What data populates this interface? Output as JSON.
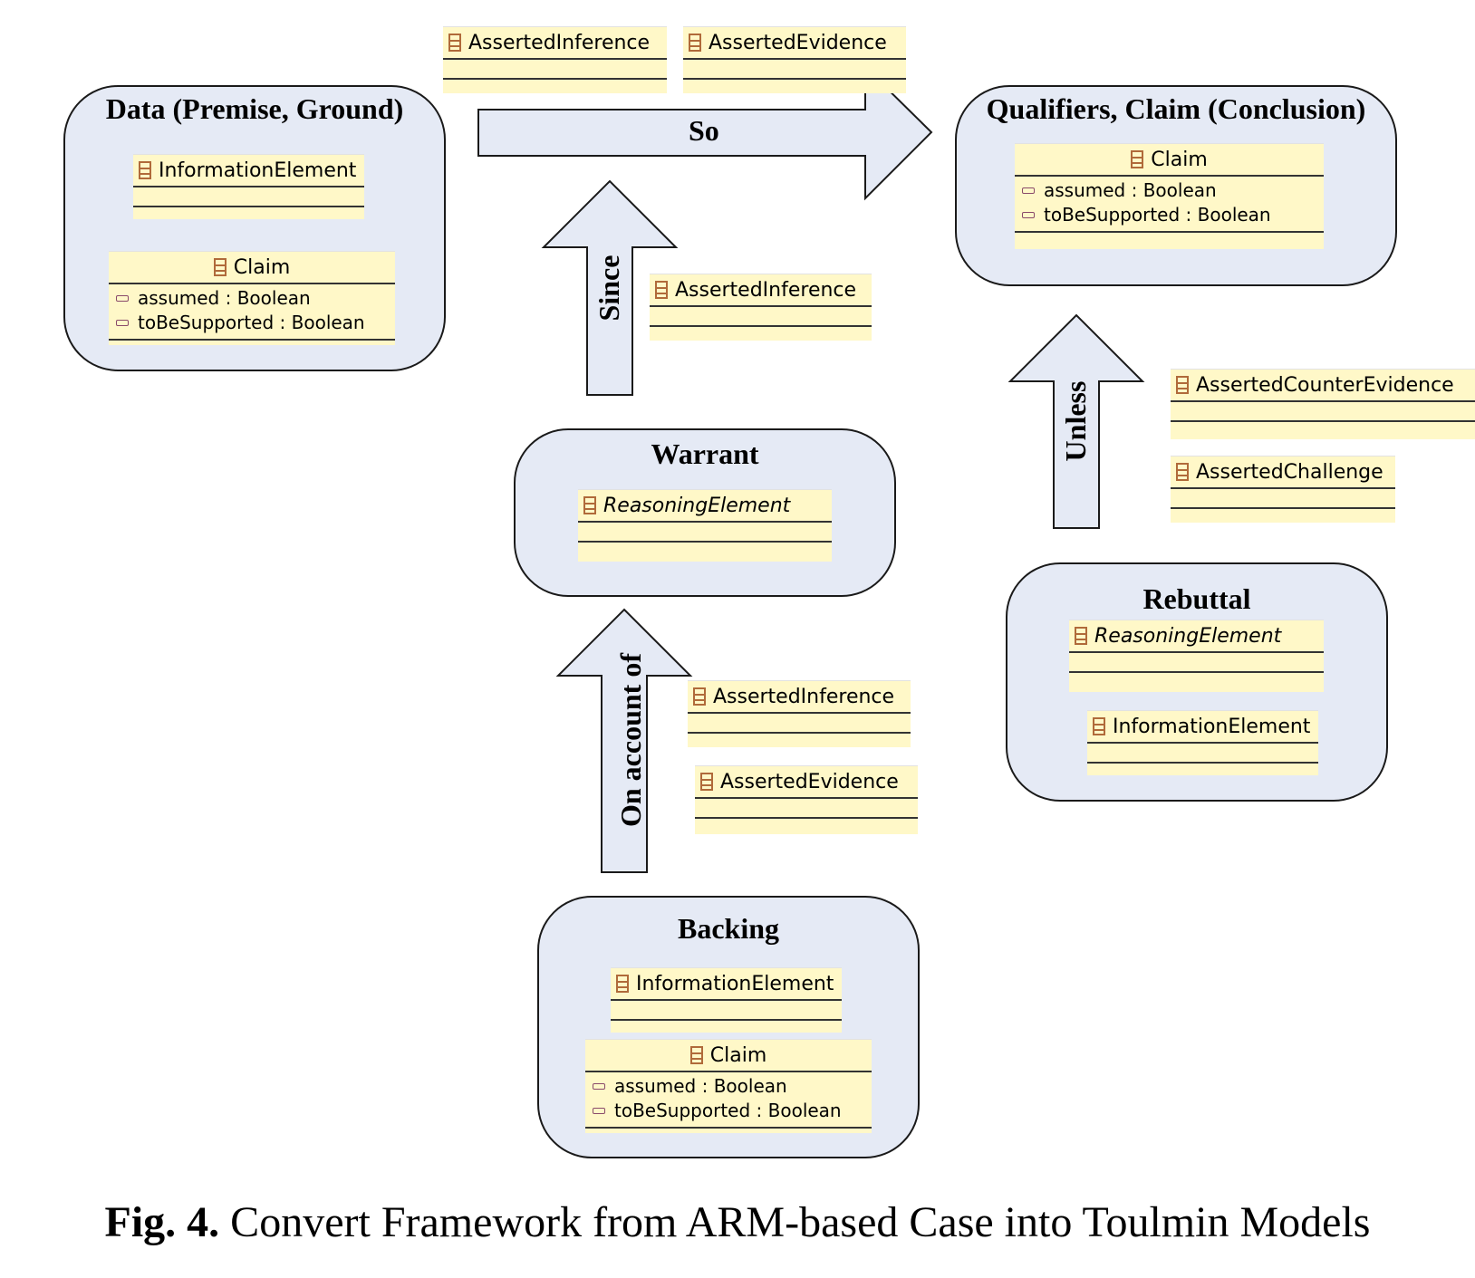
{
  "groups": {
    "data": {
      "title": "Data (Premise, Ground)"
    },
    "qualifiers": {
      "title": "Qualifiers, Claim (Conclusion)"
    },
    "warrant": {
      "title": "Warrant"
    },
    "rebuttal": {
      "title": "Rebuttal"
    },
    "backing": {
      "title": "Backing"
    }
  },
  "classes": {
    "information_element": "InformationElement",
    "claim": "Claim",
    "reasoning_element": "ReasoningElement",
    "asserted_inference": "AssertedInference",
    "asserted_evidence": "AssertedEvidence",
    "asserted_counter_evidence": "AssertedCounterEvidence",
    "asserted_challenge": "AssertedChallenge"
  },
  "claim_attributes": {
    "assumed": "assumed :  Boolean",
    "to_be_supported": "toBeSupported :  Boolean"
  },
  "arrows": {
    "so": "So",
    "since": "Since",
    "unless": "Unless",
    "on_account_of": "On account of"
  },
  "caption": {
    "label": "Fig. 4.",
    "text": " Convert Framework from ARM-based Case into Toulmin Models"
  }
}
